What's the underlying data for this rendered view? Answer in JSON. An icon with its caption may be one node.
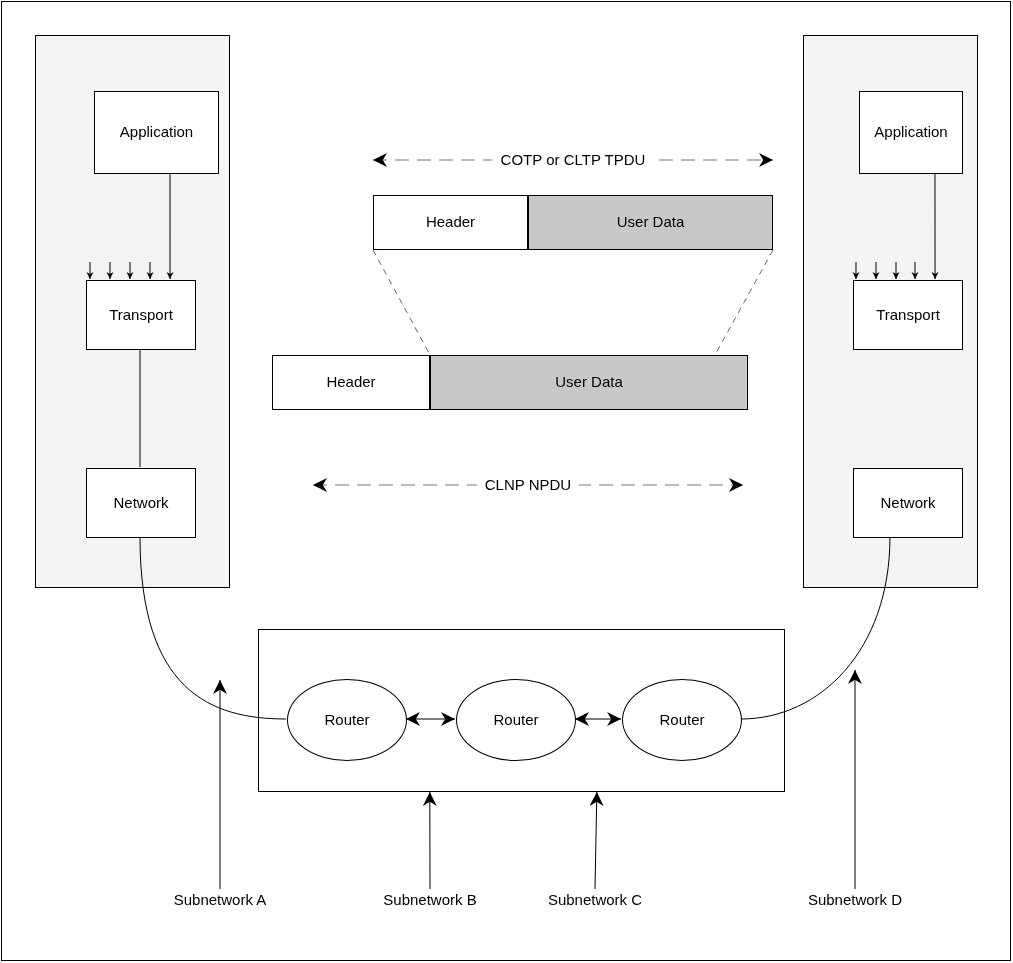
{
  "diagram": {
    "nodes": [
      {
        "text": [],
        "shape": "box"
      },
      {
        "text": [
          "Application"
        ],
        "in": 0
      },
      {
        "text": [
          "Transport"
        ],
        "in": 0
      },
      {
        "text": [
          "Network"
        ],
        "in": 0
      },
      {
        "text": [],
        "shape": "box"
      },
      {
        "text": [
          "Application"
        ],
        "in": 4
      },
      {
        "text": [
          "Transport"
        ],
        "in": 4
      },
      {
        "text": [
          "Network"
        ],
        "in": 4
      },
      {
        "text": [
          "Header"
        ]
      },
      {
        "text": [
          "User Data"
        ]
      },
      {
        "text": [
          "Header"
        ]
      },
      {
        "text": [
          "User Data"
        ]
      },
      {
        "text": [],
        "shape": "box"
      },
      {
        "text": [
          "Router"
        ],
        "in": 12
      },
      {
        "text": [
          "Router"
        ],
        "in": 12
      },
      {
        "text": [
          "Router"
        ],
        "in": 12
      },
      {
        "text": [
          "Subnetwork A"
        ]
      },
      {
        "text": [
          "Subnetwork B"
        ]
      },
      {
        "text": [
          "Subnetwork C"
        ]
      },
      {
        "text": [
          "Subnetwork D"
        ]
      }
    ],
    "edges": [
      {
        "from": 1,
        "to": 2,
        "arrow": "to"
      },
      {
        "from": null,
        "to": 2,
        "arrow": "to"
      },
      {
        "from": null,
        "to": 2,
        "arrow": "to"
      },
      {
        "from": null,
        "to": 2,
        "arrow": "to"
      },
      {
        "from": null,
        "to": 2,
        "arrow": "to"
      },
      {
        "from": 2,
        "to": 3,
        "arrow": "none"
      },
      {
        "from": 3,
        "to": 13,
        "arrow": "none"
      },
      {
        "from": 13,
        "to": 14,
        "arrow": "both"
      },
      {
        "from": 14,
        "to": 15,
        "arrow": "both"
      },
      {
        "from": 15,
        "to": 7,
        "arrow": "none"
      },
      {
        "from": 5,
        "to": 6,
        "arrow": "to"
      },
      {
        "from": null,
        "to": 6,
        "arrow": "to"
      },
      {
        "from": null,
        "to": 6,
        "arrow": "to"
      },
      {
        "from": null,
        "to": 6,
        "arrow": "to"
      },
      {
        "from": null,
        "to": 6,
        "arrow": "to"
      },
      {
        "from": 8,
        "to": 11,
        "arrow": "none",
        "style": "dashed",
        "color": "#666666"
      },
      {
        "from": 9,
        "to": 11,
        "arrow": "none",
        "style": "dashed",
        "color": "#666666"
      },
      {
        "from": 16,
        "to": null,
        "arrow": "to"
      },
      {
        "from": 17,
        "to": 12,
        "arrow": "to"
      },
      {
        "from": 18,
        "to": 12,
        "arrow": "to"
      },
      {
        "from": 19,
        "to": null,
        "arrow": "to"
      }
    ],
    "labels": [
      "COTP or CLTP TPDU",
      "CLNP NPDU"
    ]
  }
}
